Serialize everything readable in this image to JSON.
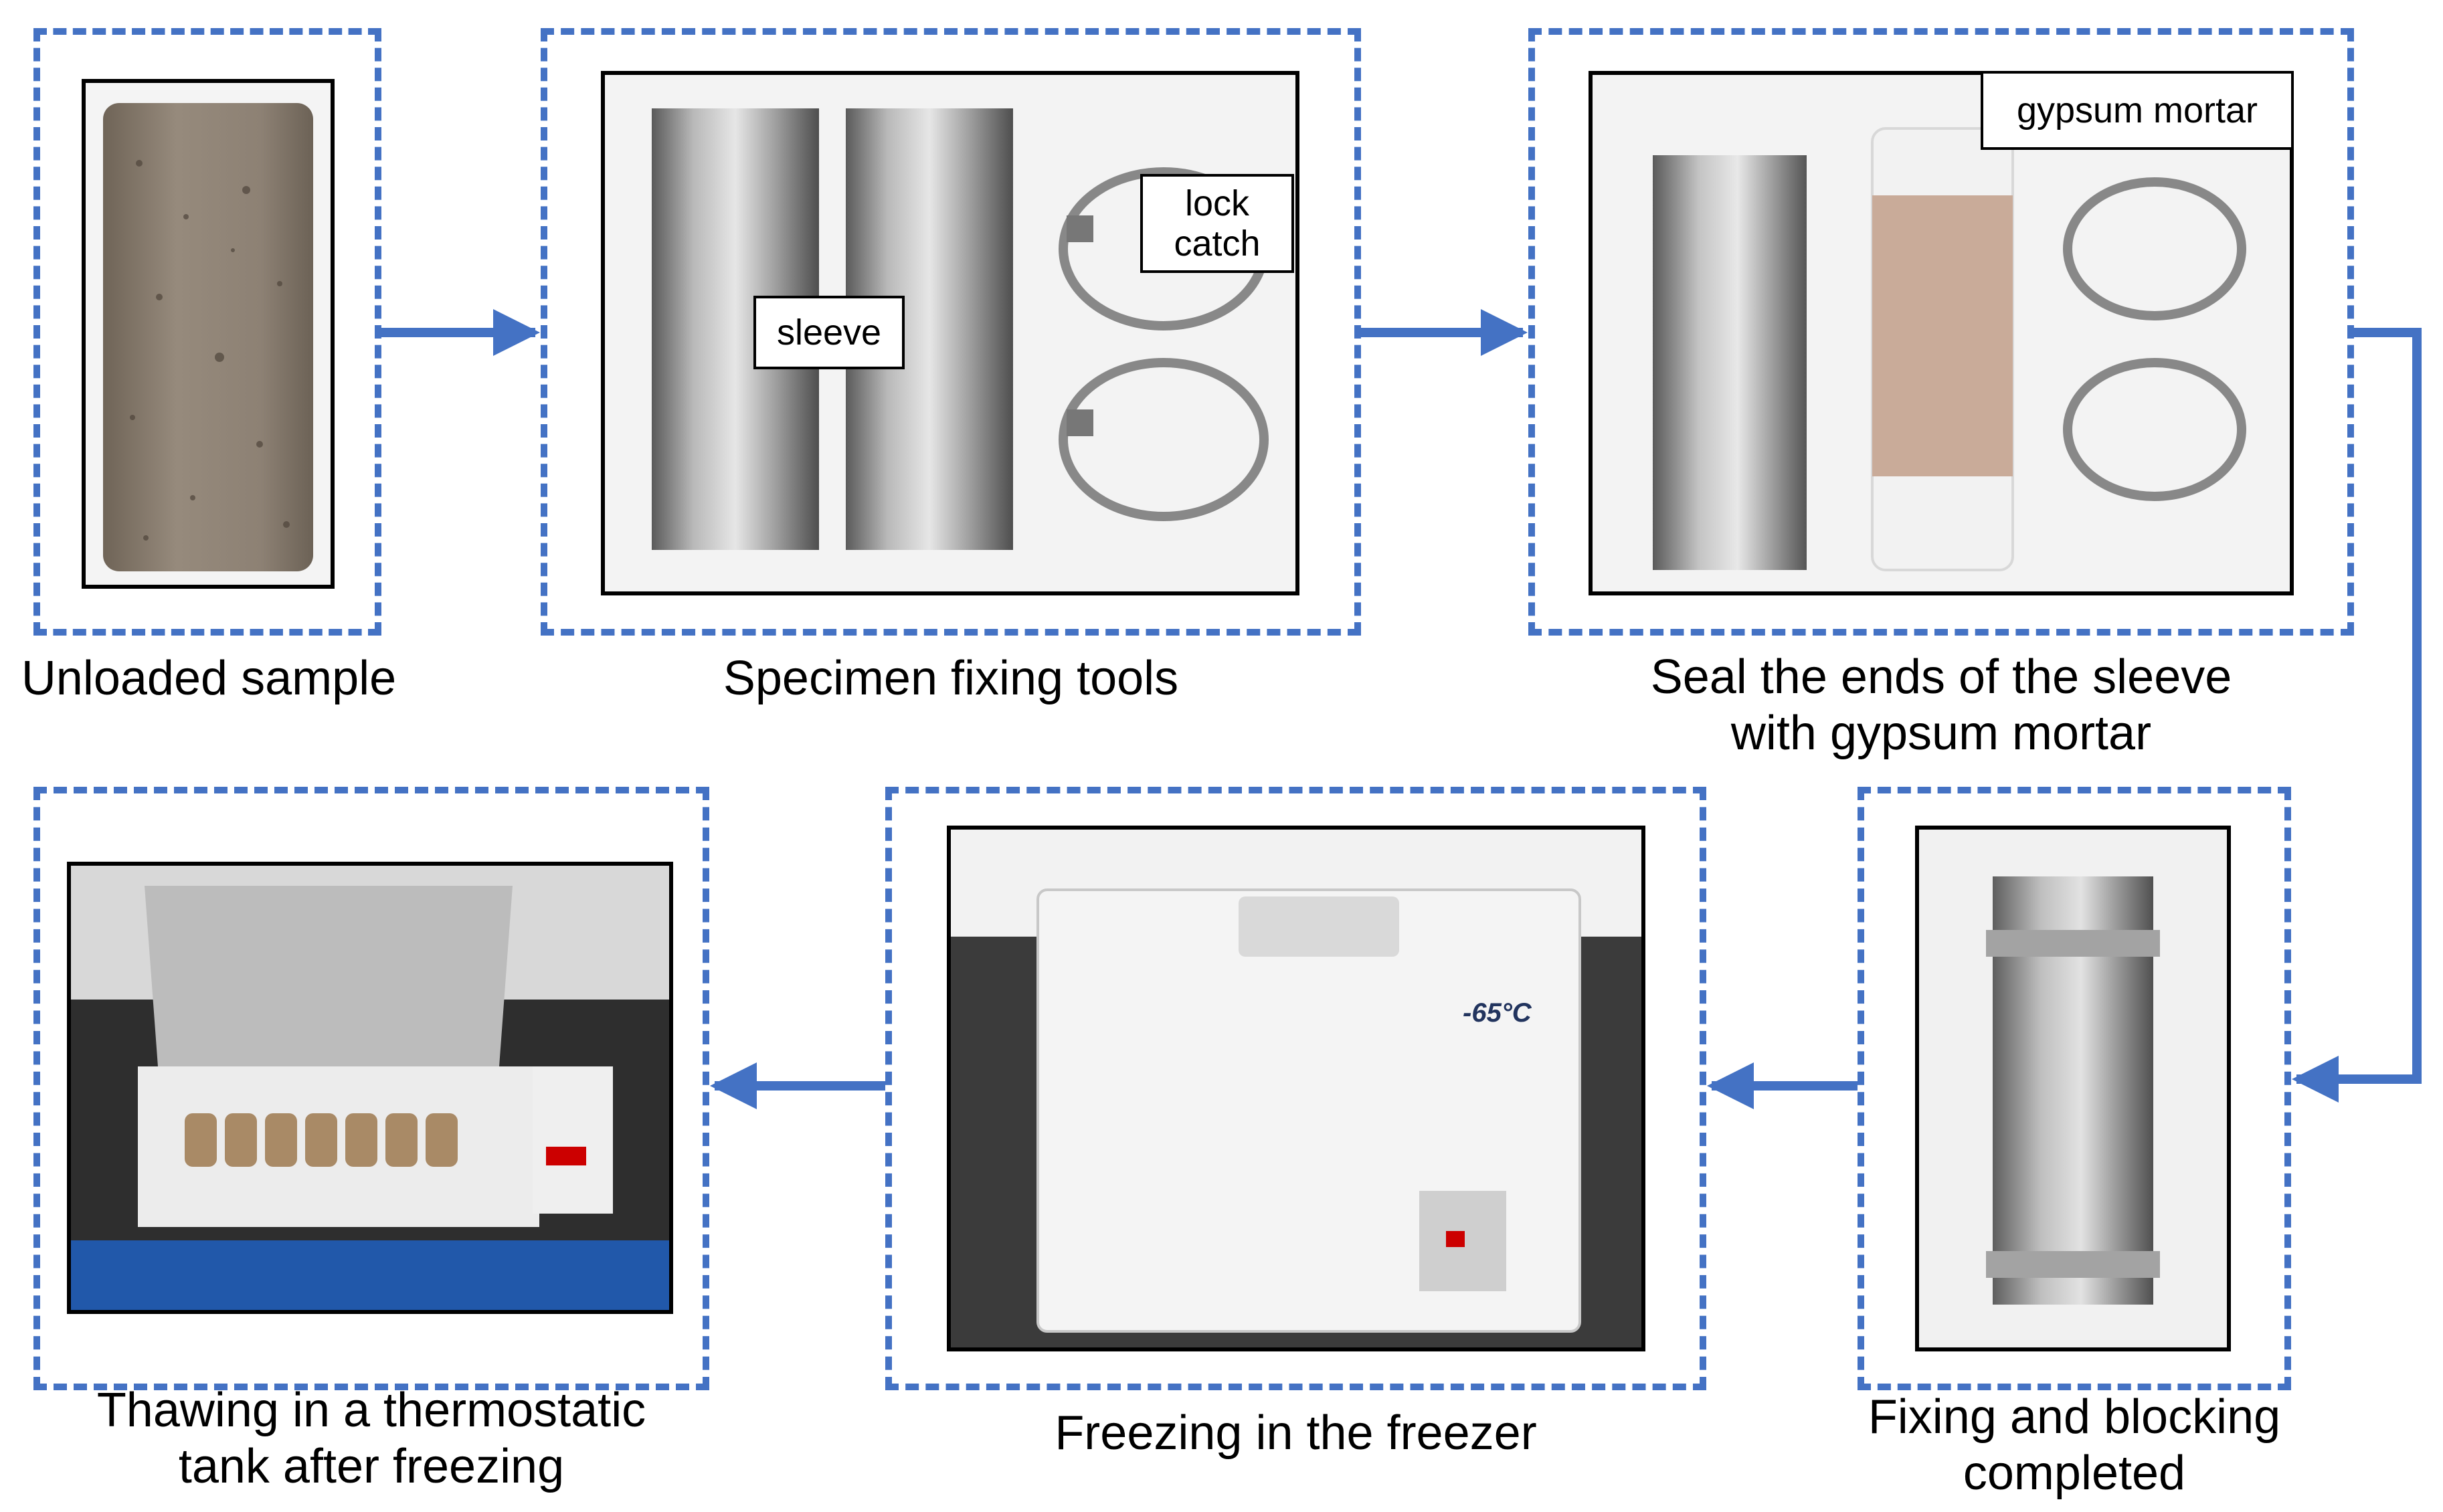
{
  "diagram": {
    "steps": [
      {
        "id": "unloaded",
        "caption": "Unloaded sample"
      },
      {
        "id": "tools",
        "caption": "Specimen fixing tools",
        "labels": {
          "sleeve": "sleeve",
          "lock": "lock\ncatch"
        }
      },
      {
        "id": "seal",
        "caption_line1": "Seal the ends of the sleeve",
        "caption_line2": "with gypsum mortar",
        "labels": {
          "gypsum": "gypsum mortar"
        }
      },
      {
        "id": "fixing",
        "caption_line1": "Fixing and blocking",
        "caption_line2": "completed"
      },
      {
        "id": "freezing",
        "caption": "Freezing in the freezer",
        "display": "-65°C"
      },
      {
        "id": "thawing",
        "caption_line1": "Thawing in a thermostatic",
        "caption_line2": "tank after freezing"
      }
    ],
    "colors": {
      "arrow": "#4472c4",
      "frame": "#4472c4",
      "photo_border": "#000000"
    }
  }
}
